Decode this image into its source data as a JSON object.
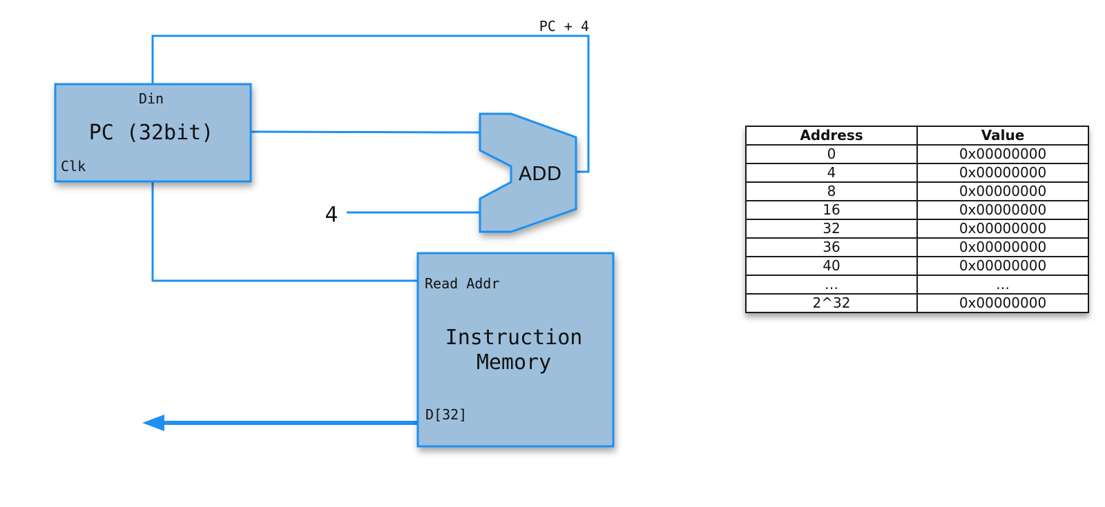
{
  "pc": {
    "input_label": "Din",
    "title": "PC (32bit)",
    "clock_label": "Clk"
  },
  "adder": {
    "label": "ADD",
    "feedback_label": "PC + 4",
    "constant": "4"
  },
  "instruction_memory": {
    "address_label": "Read Addr",
    "title_line1": "Instruction",
    "title_line2": "Memory",
    "data_label": "D[32]"
  },
  "memory_table": {
    "headers": [
      "Address",
      "Value"
    ],
    "rows": [
      [
        "0",
        "0x00000000"
      ],
      [
        "4",
        "0x00000000"
      ],
      [
        "8",
        "0x00000000"
      ],
      [
        "16",
        "0x00000000"
      ],
      [
        "32",
        "0x00000000"
      ],
      [
        "36",
        "0x00000000"
      ],
      [
        "40",
        "0x00000000"
      ],
      [
        "…",
        "…"
      ],
      [
        "2^32",
        "0x00000000"
      ]
    ]
  },
  "colors": {
    "wire": "#1e90f0",
    "block_fill": "#9dbfdc",
    "block_border": "#1e90f0",
    "table_border": "#1a1a1a"
  }
}
